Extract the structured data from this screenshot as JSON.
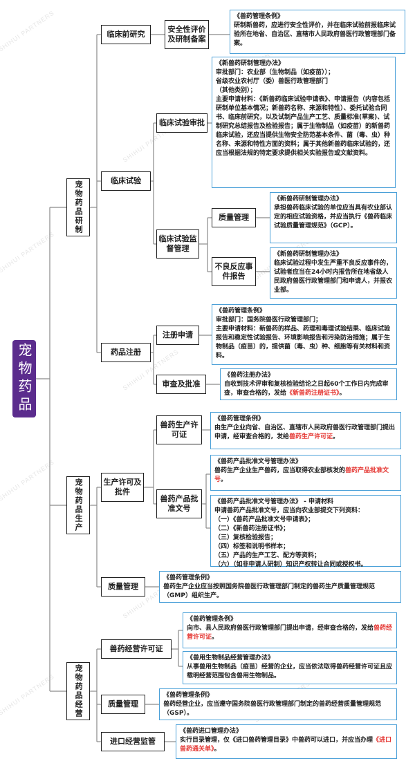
{
  "root": {
    "label": "宠物药品"
  },
  "sections": {
    "research": {
      "label": "宠物药品研制"
    },
    "production": {
      "label": "宠物药品生产"
    },
    "business": {
      "label": "宠物药品经营"
    }
  },
  "nodes": {
    "preclinical": "临床前研究",
    "safety_eval": "安全性评价及研制备案",
    "clinical": "临床试验",
    "clinical_review": "临床试验审批",
    "clinical_supervision": "临床试验监督管理",
    "quality_mgmt_1": "质量管理",
    "adverse_report": "不良反应事件报告",
    "drug_reg": "药品注册",
    "reg_apply": "注册申请",
    "review_approve": "审查及批准",
    "prod_license": "生产许可及批件",
    "vet_prod_permit": "兽药生产许可证",
    "vet_product_doc": "兽药产品批准文号",
    "quality_mgmt_2": "质量管理",
    "vet_business_permit": "兽药经营许可证",
    "quality_mgmt_3": "质量管理",
    "import_supervision": "进口经营监管"
  },
  "notes": {
    "n1": [
      "《兽药管理条例》",
      "研制新兽药，应进行安全性评价，并在临床试验前报临床试验所在地省、自治区、直辖市人民政府兽医行政管理部门备案。"
    ],
    "n2": [
      "《新兽药研制管理办法》",
      "审批部门：农业部（生物制品（如疫苗））；",
      "省级农业农村厅（委）兽医行政管理部门",
      "（其他类别）；",
      "主要申请材料：《新兽药临床试验申请表》、申请报告（内容包括研制单位基本情况；新兽药名称、来源和特性）、委托试验合同书、临床前研究，以及试制产品生产工艺、质量标准(草案)、试制研究总结报告及检验报告；属于生物制品（如疫苗）的新兽药临床试验，还应当提供生物安全防范基本条件、菌（毒、虫）种名称、来源和特性方面的资料；属于其他新兽药临床试验的，还应当根据法规的特定要求提供相关实验报告或文献资料。"
    ],
    "n3": [
      "《新兽药研制管理办法》",
      "承担兽药临床试验的单位应当具有农业部认定的相应试验资格，并应当执行《兽药临床试验质量管理规范》（GCP）。"
    ],
    "n4": [
      "《新兽药研制管理办法》",
      "临床试验过程中发生严重不良反应事件的，试验者应当在24小时内报告所在地省级人民政府兽医行政管理部门和申请人，并报农业部。"
    ],
    "n5": [
      "《兽药管理条例》",
      "审批部门：国务院兽医行政管理部门；",
      "主要申请材料：新兽药的样品、药理和毒理试验结果、临床试验报告和稳定性试验报告、环境影响报告和污染防治措施；属于生物制品（疫苗）的，提供菌（毒、虫）种、细胞等有关材料和资料。"
    ],
    "n6": [
      "《兽药注册办法》",
      "自收到技术评审和复核检验结论之日起60个工作日内完成审查，审查合格的，发给",
      "《新兽药注册证书》",
      "。"
    ],
    "n7": [
      "《兽药管理条例》",
      "由生产企业向省、自治区、直辖市人民政府兽医行政管理部门提出申请，经审查合格的，发给",
      "兽药生产许可证",
      "。"
    ],
    "n8": [
      "《兽药产品批准文号管理办法》",
      "兽药生产企业生产兽药，应当取得农业部核发的",
      "兽药产品批准文号",
      "。"
    ],
    "n9": [
      "《兽药产品批准文号管理办法》 - 申请材料",
      "申请兽药产品批准文号，应当向农业部提交下列资料：",
      "（一）《兽药产品批准文号申请表》；",
      "（二）《新兽药注册证书》；",
      "（三）复核检验报告；",
      "（四）标签和说明书样本；",
      "（五）产品的生产工艺、配方等资料；",
      "（六）（如非申请人研制）知识产权转让合同或授权书。"
    ],
    "n10": [
      "《兽药管理条例》",
      "兽药生产企业应当按照国务院兽医行政管理部门制定的兽药生产质量管理规范（GMP）组织生产。"
    ],
    "n11": [
      "《兽药管理条例》",
      "向市、县人民政府兽医行政管理部门提出申请，经审查合格的，发给",
      "兽药经营许可证",
      "。"
    ],
    "n12": [
      "《兽用生物制品经营管理办法》",
      "从事兽用生物制品（疫苗）经营的企业，应当依法取得兽药经营许可证且应载明经营范围包含兽用生物制品。"
    ],
    "n13": [
      "《兽药管理条例》",
      "兽药经营企业，应当遵守国务院兽医行政管理部门制定的兽药经营质量管理规范（GSP）。"
    ],
    "n14": [
      "《兽药进口管理办法》",
      "实行目录管理，仅《进口兽药管理目录》中兽药可以进口，并应当办理",
      "《进口兽药通关单》",
      "。"
    ]
  },
  "watermark": "SHIHUI PARTNERS",
  "colors": {
    "root_bg": "#5b2c8d",
    "note_border": "#4aa0d8",
    "highlight": "#e53935",
    "line": "#8a8a8a"
  }
}
